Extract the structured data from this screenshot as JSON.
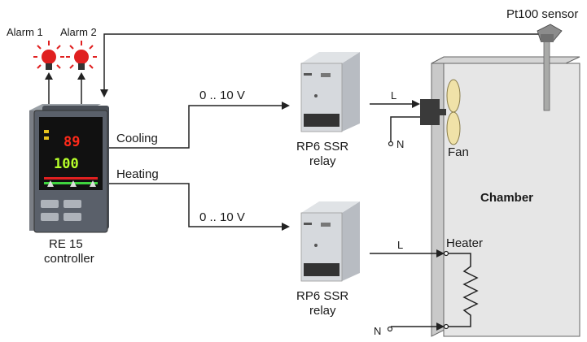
{
  "alarms": {
    "alarm1": "Alarm 1",
    "alarm2": "Alarm 2"
  },
  "sensor": {
    "label": "Pt100 sensor"
  },
  "controller": {
    "name": "RE 15",
    "subtitle": "controller",
    "display_top": "89",
    "display_bottom": "100"
  },
  "cooling": {
    "label": "Cooling",
    "signal": "0 .. 10 V"
  },
  "heating": {
    "label": "Heating",
    "signal": "0 .. 10 V"
  },
  "relay_top": {
    "line1": "RP6 SSR",
    "line2": "relay"
  },
  "relay_bottom": {
    "line1": "RP6 SSR",
    "line2": "relay"
  },
  "chamber": {
    "label": "Chamber"
  },
  "fan": {
    "label": "Fan"
  },
  "heater": {
    "label": "Heater"
  },
  "terminals": {
    "line": "L",
    "neutral": "N"
  },
  "colors": {
    "alarm_red": "#e02020",
    "display_red": "#ff2a1a",
    "display_green": "#b6ff2a",
    "chamber_fill": "#e6e6e6"
  }
}
